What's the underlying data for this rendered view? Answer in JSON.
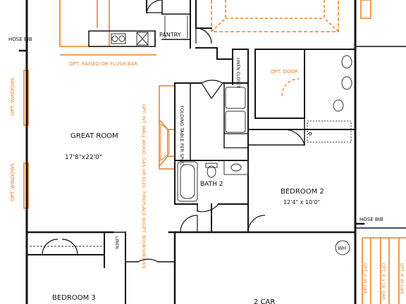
{
  "colors": {
    "wall": "#141414",
    "option": "#e8842c",
    "fixture": "#333333"
  },
  "labels": {
    "hose_bib_left": "HOSE BIB",
    "hose_bib_right": "HOSE BIB",
    "pantry": "PANTRY",
    "opt_raised_bar": "OPT. RAISED OR FLUSH BAR",
    "linen_closet": "LINEN CLOSET",
    "opt_door": "OPT. DOOR",
    "opt_window_top": "OPT. WINDOWS",
    "opt_window_bottom": "OPT. WINDOWS",
    "great_room": "GREAT ROOM",
    "great_room_dim": "17'8\"x22'0\"",
    "opt_fireplace": "OPT. INT. WALL WOOD, GAS OR ELEC. FIREPLACE W/OPT. BOOKSHELVES",
    "folding_table": "FOLDING TABLE PER SPEC",
    "bath2": "BATH 2",
    "bedroom2": "BEDROOM 2",
    "bedroom2_dim": "12'4\" x 10'0\"",
    "wh": "WH",
    "linen_small": "LINEN",
    "bedroom3": "BEDROOM 3",
    "garage": "2 CAR",
    "opt_garage_1": "OPT. 2' W GAR.",
    "opt_garage_2": "OPT. 4' x 16' GAR.",
    "opt_garage_3": "OPT. 6' W GAR."
  }
}
